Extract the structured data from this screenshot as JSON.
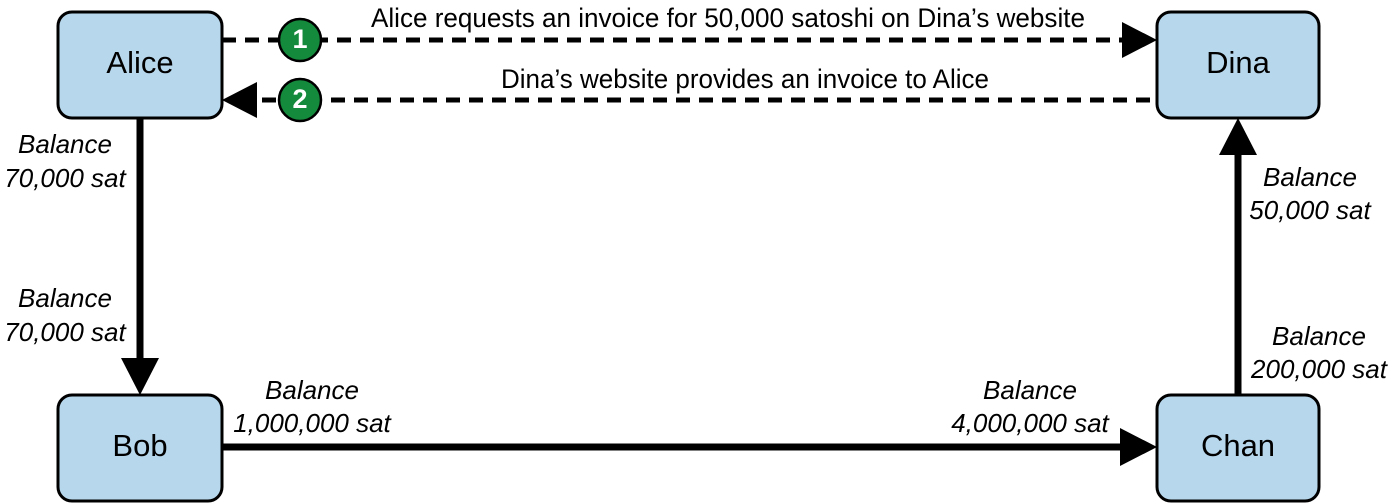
{
  "nodes": {
    "alice": "Alice",
    "dina": "Dina",
    "bob": "Bob",
    "chan": "Chan"
  },
  "messages": {
    "step1": {
      "number": "1",
      "text": "Alice requests an invoice for 50,000 satoshi on Dina’s website"
    },
    "step2": {
      "number": "2",
      "text": "Dina’s website provides an invoice to Alice"
    }
  },
  "balances": {
    "alice_side_of_alice_bob": [
      "Balance",
      "70,000 sat"
    ],
    "bob_side_of_alice_bob": [
      "Balance",
      "70,000 sat"
    ],
    "bob_side_of_bob_chan": [
      "Balance",
      "1,000,000 sat"
    ],
    "chan_side_of_bob_chan": [
      "Balance",
      "4,000,000 sat"
    ],
    "chan_side_of_chan_dina": [
      "Balance",
      "200,000 sat"
    ],
    "dina_side_of_chan_dina": [
      "Balance",
      "50,000 sat"
    ]
  },
  "colors": {
    "node_fill": "#b7d7ec",
    "step_badge": "#148a3c"
  }
}
